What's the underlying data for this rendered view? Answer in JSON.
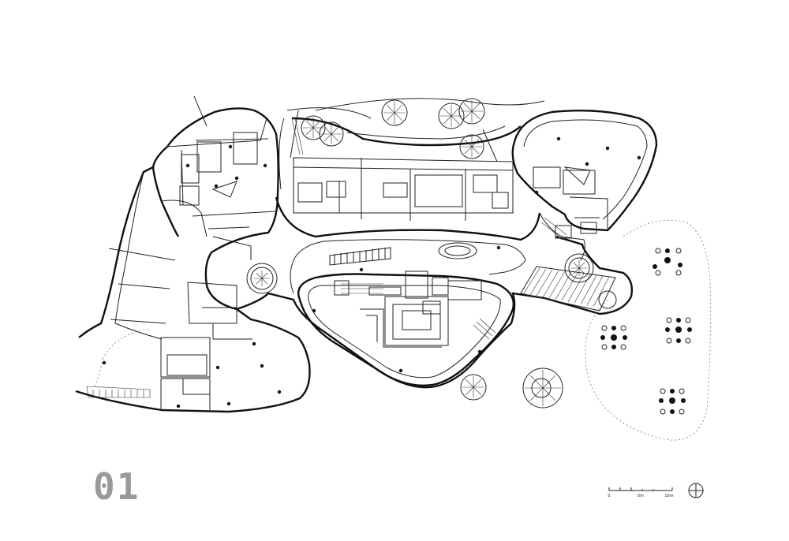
{
  "drawing": {
    "sheet_number": "01",
    "scale_bar": {
      "labels": [
        "0",
        "5m",
        "10m"
      ]
    },
    "north_arrow_icon": "north-arrow-icon"
  }
}
